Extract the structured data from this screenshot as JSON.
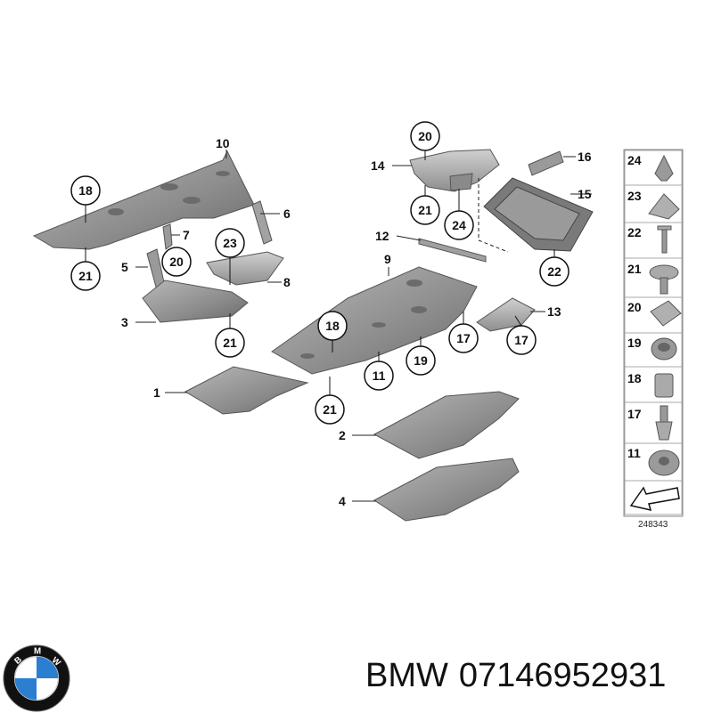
{
  "diagram": {
    "callout_numbers": [
      "10",
      "18",
      "21",
      "7",
      "5",
      "20",
      "23",
      "3",
      "21",
      "6",
      "8",
      "1",
      "20",
      "14",
      "21",
      "24",
      "16",
      "15",
      "22",
      "12",
      "9",
      "18",
      "11",
      "19",
      "17",
      "13",
      "17",
      "21",
      "2",
      "4"
    ],
    "figure_ref": "248343",
    "legend": {
      "items": [
        "24",
        "23",
        "22",
        "21",
        "20",
        "19",
        "18",
        "17",
        "11"
      ]
    }
  },
  "footer": {
    "brand": "BMW",
    "part_number": "07146952931",
    "logo_letters": "BMW"
  },
  "colors": {
    "panel_fill": "#8a8a8a",
    "panel_dark": "#6e6e6e",
    "panel_light": "#b5b5b5",
    "bmw_blue": "#2a7fd0",
    "bmw_black": "#111111"
  }
}
